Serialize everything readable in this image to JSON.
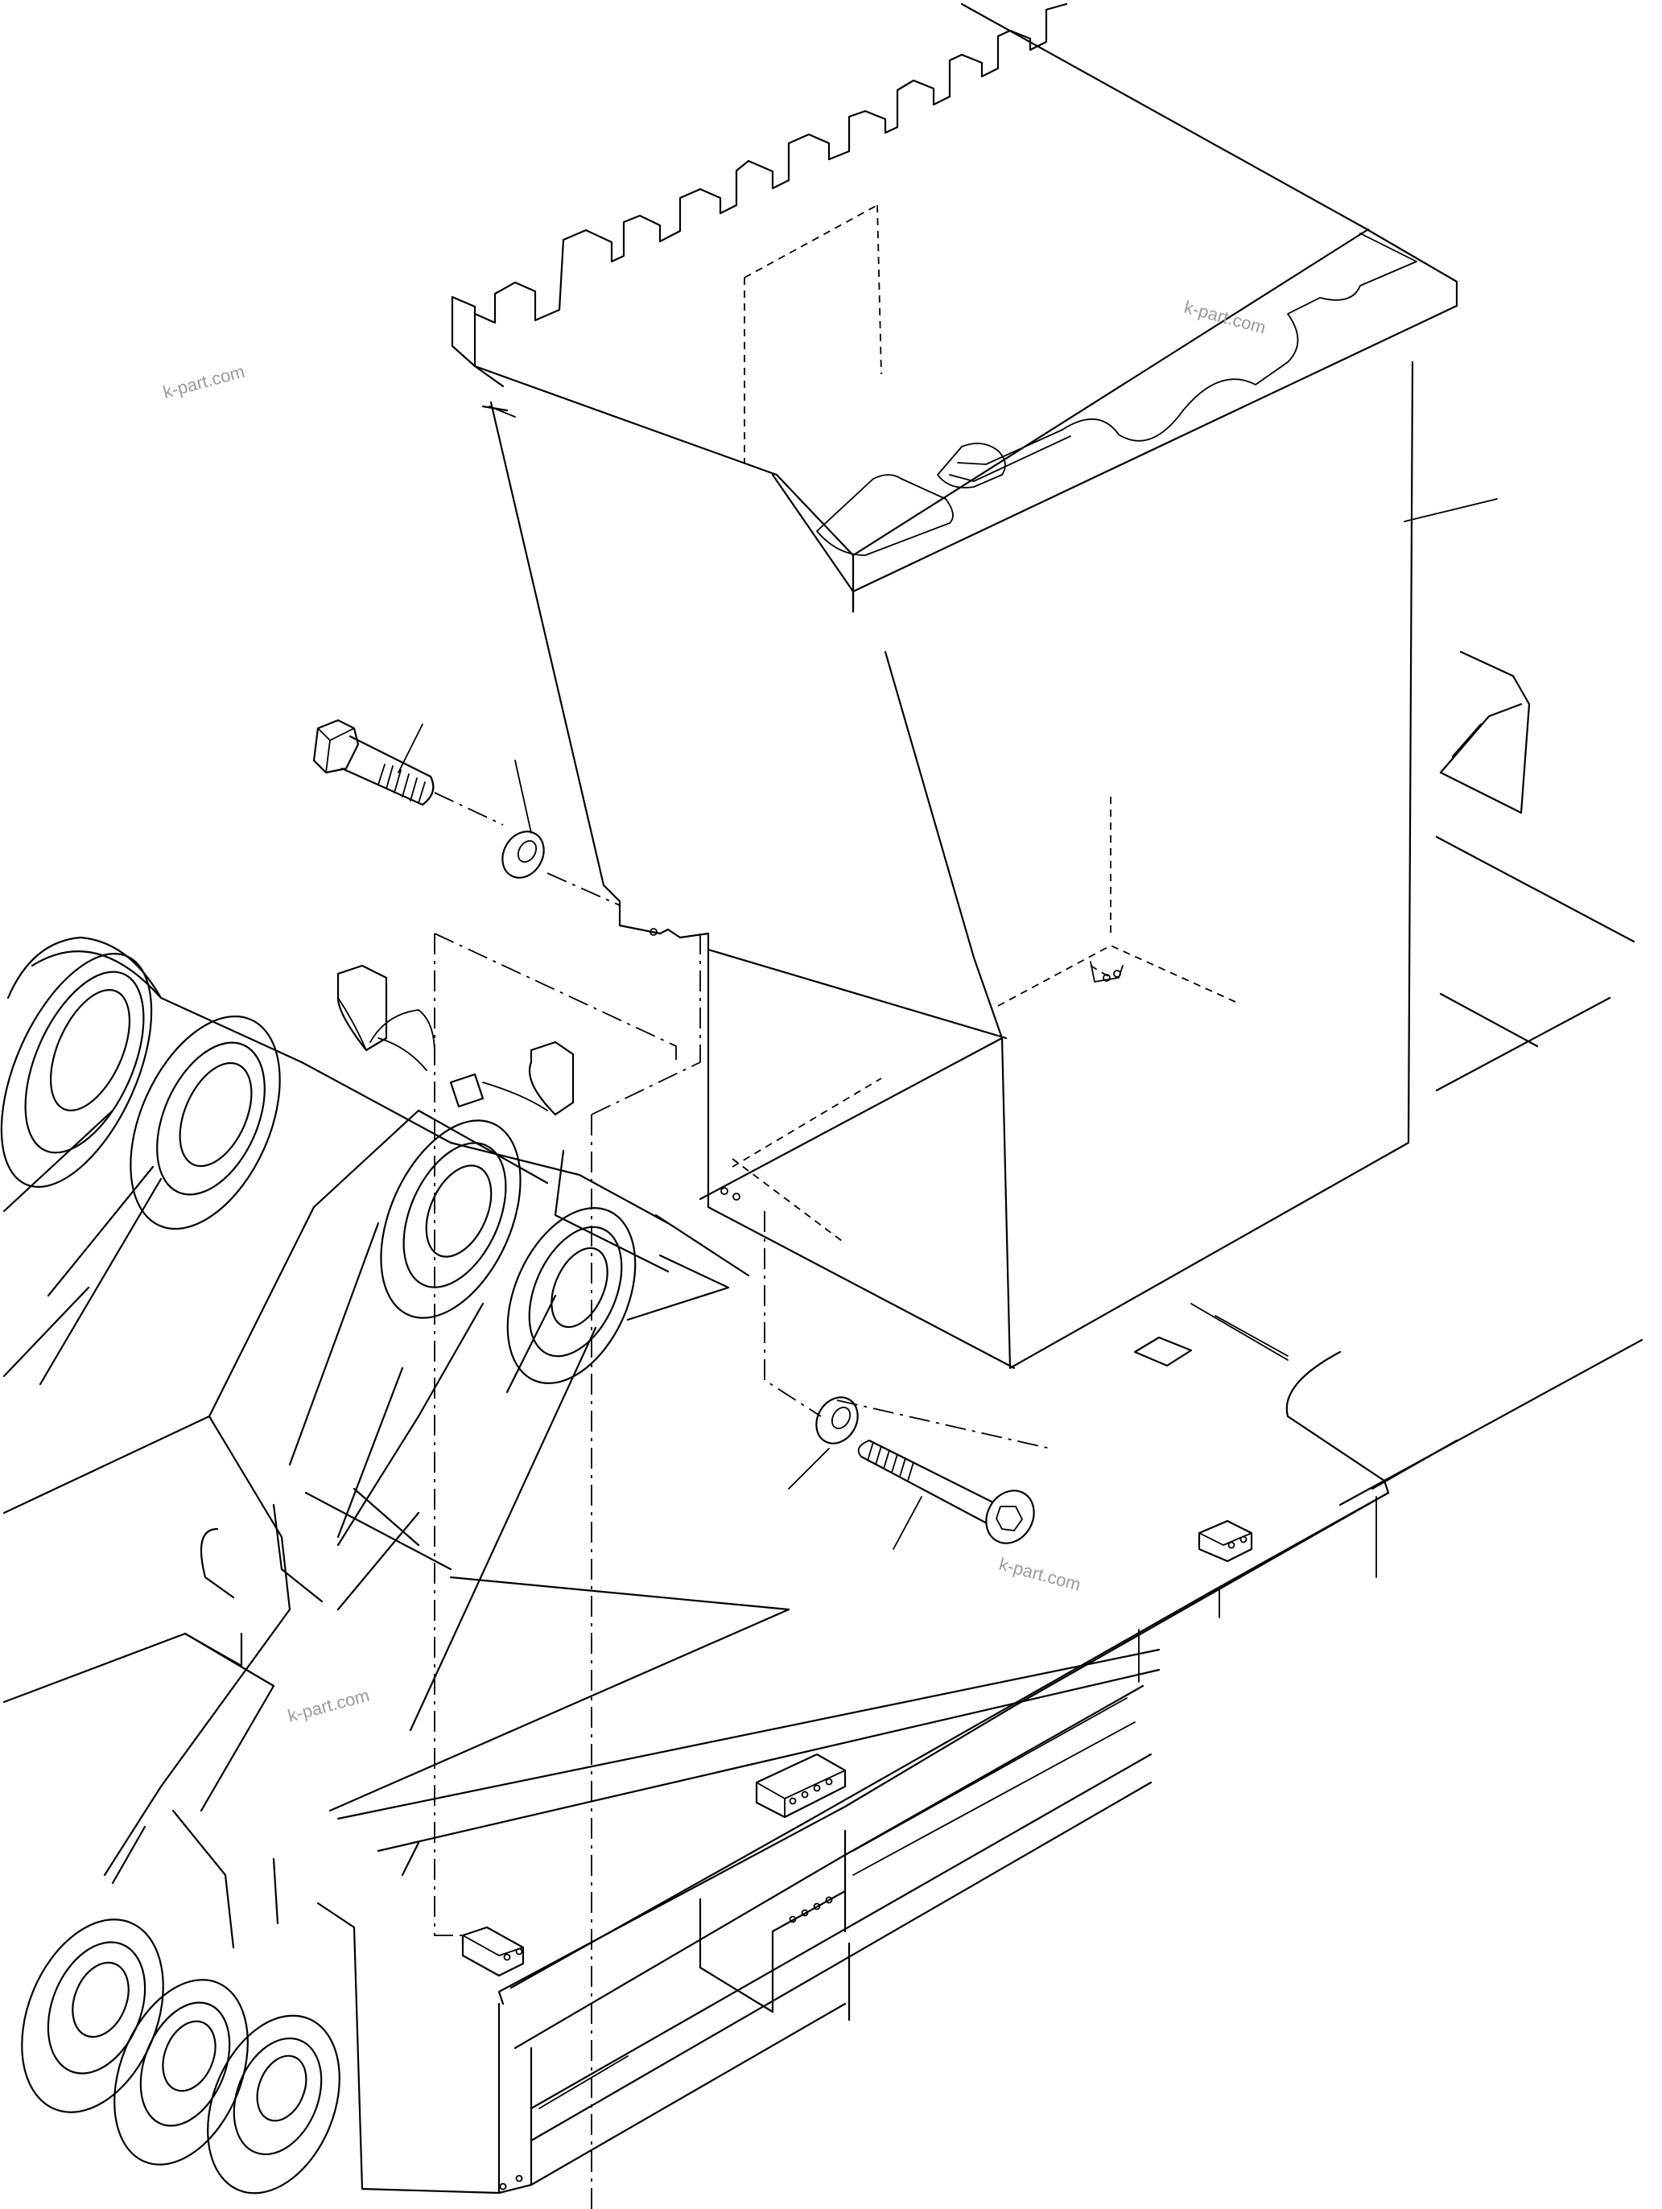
{
  "watermarks": [
    {
      "id": "wm1",
      "text": "k-part.com"
    },
    {
      "id": "wm2",
      "text": "k-part.com"
    },
    {
      "id": "wm3",
      "text": "k-part.com"
    },
    {
      "id": "wm4",
      "text": "k-part.com"
    }
  ]
}
